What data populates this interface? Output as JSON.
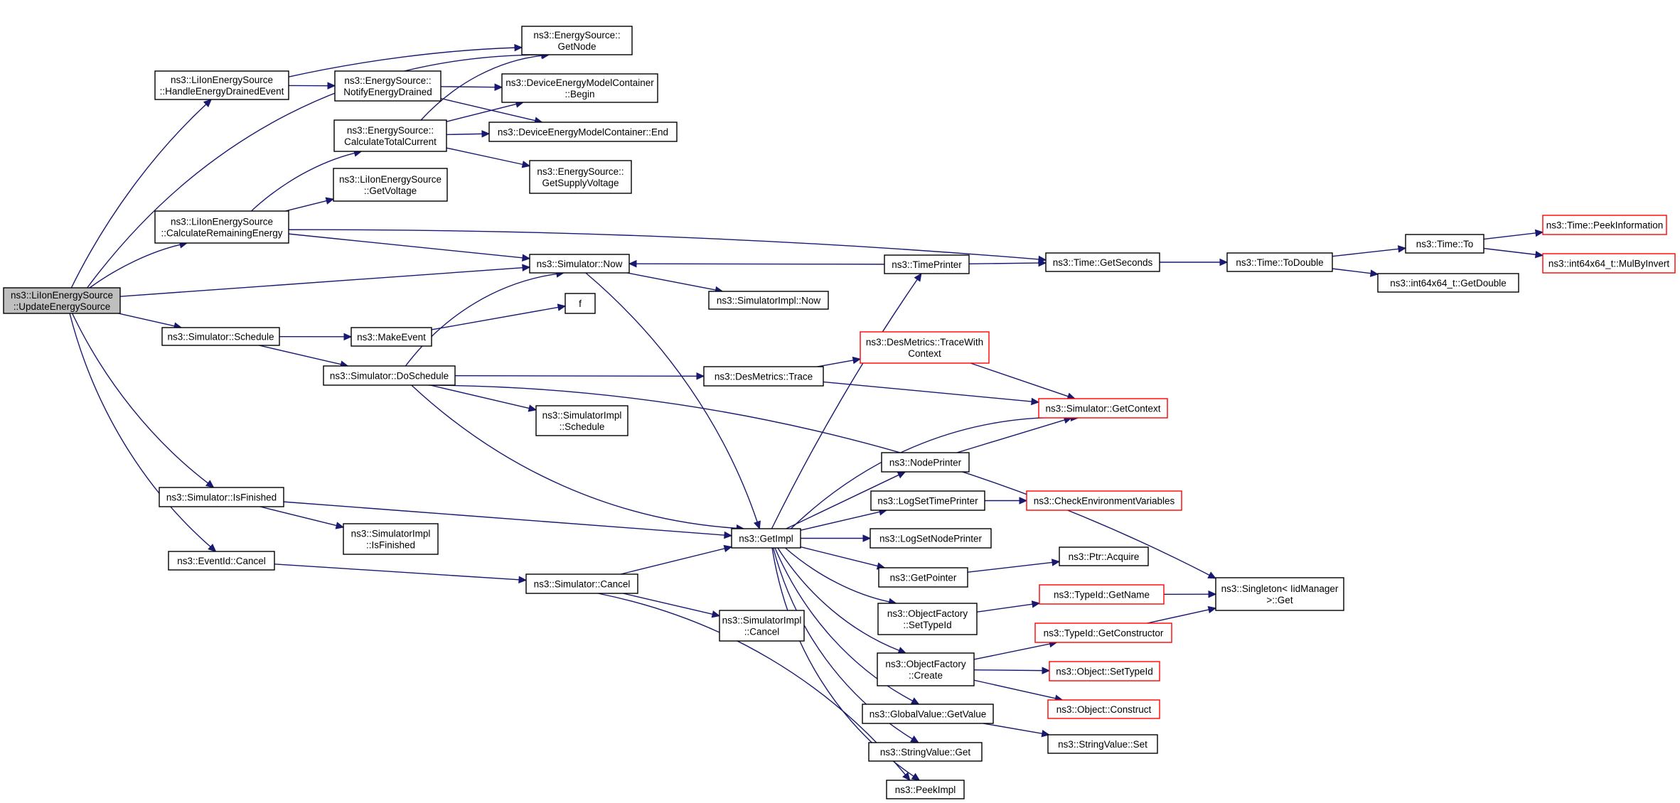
{
  "nodes": [
    {
      "id": "n0",
      "lines": [
        "ns3::LiIonEnergySource",
        "::UpdateEnergySource"
      ],
      "root": true
    },
    {
      "id": "n1",
      "lines": [
        "ns3::EnergySource::",
        "GetNode"
      ]
    },
    {
      "id": "n2",
      "lines": [
        "ns3::LiIonEnergySource",
        "::HandleEnergyDrainedEvent"
      ]
    },
    {
      "id": "n3",
      "lines": [
        "ns3::EnergySource::",
        "NotifyEnergyDrained"
      ]
    },
    {
      "id": "n4",
      "lines": [
        "ns3::DeviceEnergyModelContainer",
        "::Begin"
      ]
    },
    {
      "id": "n5",
      "lines": [
        "ns3::DeviceEnergyModelContainer::End"
      ]
    },
    {
      "id": "n6",
      "lines": [
        "ns3::EnergySource::",
        "CalculateTotalCurrent"
      ]
    },
    {
      "id": "n7",
      "lines": [
        "ns3::EnergySource::",
        "GetSupplyVoltage"
      ]
    },
    {
      "id": "n8",
      "lines": [
        "ns3::LiIonEnergySource",
        "::GetVoltage"
      ]
    },
    {
      "id": "n9",
      "lines": [
        "ns3::LiIonEnergySource",
        "::CalculateRemainingEnergy"
      ]
    },
    {
      "id": "n10",
      "lines": [
        "ns3::Simulator::Now"
      ]
    },
    {
      "id": "n11",
      "lines": [
        "ns3::TimePrinter"
      ]
    },
    {
      "id": "n12",
      "lines": [
        "ns3::Time::GetSeconds"
      ]
    },
    {
      "id": "n13",
      "lines": [
        "ns3::Time::ToDouble"
      ]
    },
    {
      "id": "n14",
      "lines": [
        "ns3::Time::To"
      ]
    },
    {
      "id": "n15",
      "lines": [
        "ns3::Time::PeekInformation"
      ],
      "truncated": true
    },
    {
      "id": "n16",
      "lines": [
        "ns3::int64x64_t::MulByInvert"
      ],
      "truncated": true
    },
    {
      "id": "n17",
      "lines": [
        "ns3::int64x64_t::GetDouble"
      ]
    },
    {
      "id": "n18",
      "lines": [
        "ns3::SimulatorImpl::Now"
      ]
    },
    {
      "id": "n19",
      "lines": [
        "f"
      ]
    },
    {
      "id": "n20",
      "lines": [
        "ns3::Simulator::Schedule"
      ]
    },
    {
      "id": "n21",
      "lines": [
        "ns3::MakeEvent"
      ]
    },
    {
      "id": "n22",
      "lines": [
        "ns3::Simulator::DoSchedule"
      ]
    },
    {
      "id": "n23",
      "lines": [
        "ns3::DesMetrics::Trace"
      ]
    },
    {
      "id": "n24",
      "lines": [
        "ns3::DesMetrics::TraceWith",
        "Context"
      ],
      "truncated": true
    },
    {
      "id": "n25",
      "lines": [
        "ns3::Simulator::GetContext"
      ],
      "truncated": true
    },
    {
      "id": "n26",
      "lines": [
        "ns3::SimulatorImpl",
        "::Schedule"
      ]
    },
    {
      "id": "n27",
      "lines": [
        "ns3::NodePrinter"
      ]
    },
    {
      "id": "n28",
      "lines": [
        "ns3::Simulator::IsFinished"
      ]
    },
    {
      "id": "n29",
      "lines": [
        "ns3::LogSetTimePrinter"
      ]
    },
    {
      "id": "n30",
      "lines": [
        "ns3::CheckEnvironmentVariables"
      ],
      "truncated": true
    },
    {
      "id": "n31",
      "lines": [
        "ns3::SimulatorImpl",
        "::IsFinished"
      ]
    },
    {
      "id": "n32",
      "lines": [
        "ns3::GetImpl"
      ]
    },
    {
      "id": "n33",
      "lines": [
        "ns3::LogSetNodePrinter"
      ]
    },
    {
      "id": "n34",
      "lines": [
        "ns3::EventId::Cancel"
      ]
    },
    {
      "id": "n35",
      "lines": [
        "ns3::Ptr::Acquire"
      ]
    },
    {
      "id": "n36",
      "lines": [
        "ns3::GetPointer"
      ]
    },
    {
      "id": "n37",
      "lines": [
        "ns3::Simulator::Cancel"
      ]
    },
    {
      "id": "n38",
      "lines": [
        "ns3::TypeId::GetName"
      ],
      "truncated": true
    },
    {
      "id": "n39",
      "lines": [
        "ns3::Singleton< IidManager",
        " >::Get"
      ]
    },
    {
      "id": "n40",
      "lines": [
        "ns3::ObjectFactory",
        "::SetTypeId"
      ]
    },
    {
      "id": "n41",
      "lines": [
        "ns3::SimulatorImpl",
        "::Cancel"
      ]
    },
    {
      "id": "n42",
      "lines": [
        "ns3::TypeId::GetConstructor"
      ],
      "truncated": true
    },
    {
      "id": "n43",
      "lines": [
        "ns3::ObjectFactory",
        "::Create"
      ]
    },
    {
      "id": "n44",
      "lines": [
        "ns3::Object::SetTypeId"
      ],
      "truncated": true
    },
    {
      "id": "n45",
      "lines": [
        "ns3::Object::Construct"
      ],
      "truncated": true
    },
    {
      "id": "n46",
      "lines": [
        "ns3::GlobalValue::GetValue"
      ]
    },
    {
      "id": "n47",
      "lines": [
        "ns3::StringValue::Set"
      ]
    },
    {
      "id": "n48",
      "lines": [
        "ns3::StringValue::Get"
      ]
    },
    {
      "id": "n49",
      "lines": [
        "ns3::PeekImpl"
      ]
    }
  ],
  "edges": [
    [
      "n0",
      "n1"
    ],
    [
      "n0",
      "n2"
    ],
    [
      "n0",
      "n9"
    ],
    [
      "n0",
      "n10"
    ],
    [
      "n0",
      "n20"
    ],
    [
      "n0",
      "n28"
    ],
    [
      "n0",
      "n34"
    ],
    [
      "n2",
      "n1"
    ],
    [
      "n2",
      "n3"
    ],
    [
      "n3",
      "n4"
    ],
    [
      "n3",
      "n5"
    ],
    [
      "n6",
      "n1"
    ],
    [
      "n6",
      "n4"
    ],
    [
      "n6",
      "n5"
    ],
    [
      "n6",
      "n7"
    ],
    [
      "n9",
      "n6"
    ],
    [
      "n9",
      "n8"
    ],
    [
      "n9",
      "n10"
    ],
    [
      "n9",
      "n12"
    ],
    [
      "n10",
      "n18"
    ],
    [
      "n10",
      "n32"
    ],
    [
      "n11",
      "n10"
    ],
    [
      "n11",
      "n12"
    ],
    [
      "n12",
      "n13"
    ],
    [
      "n13",
      "n14"
    ],
    [
      "n13",
      "n17"
    ],
    [
      "n14",
      "n15"
    ],
    [
      "n14",
      "n16"
    ],
    [
      "n20",
      "n21"
    ],
    [
      "n20",
      "n22"
    ],
    [
      "n21",
      "n19"
    ],
    [
      "n22",
      "n10"
    ],
    [
      "n22",
      "n39"
    ],
    [
      "n22",
      "n23"
    ],
    [
      "n22",
      "n26"
    ],
    [
      "n22",
      "n32"
    ],
    [
      "n23",
      "n24"
    ],
    [
      "n23",
      "n25"
    ],
    [
      "n24",
      "n25"
    ],
    [
      "n27",
      "n25"
    ],
    [
      "n28",
      "n31"
    ],
    [
      "n28",
      "n32"
    ],
    [
      "n29",
      "n30"
    ],
    [
      "n32",
      "n11"
    ],
    [
      "n32",
      "n25"
    ],
    [
      "n32",
      "n27"
    ],
    [
      "n32",
      "n29"
    ],
    [
      "n32",
      "n33"
    ],
    [
      "n32",
      "n36"
    ],
    [
      "n32",
      "n40"
    ],
    [
      "n32",
      "n43"
    ],
    [
      "n32",
      "n46"
    ],
    [
      "n32",
      "n48"
    ],
    [
      "n32",
      "n49"
    ],
    [
      "n34",
      "n37"
    ],
    [
      "n36",
      "n35"
    ],
    [
      "n37",
      "n32"
    ],
    [
      "n37",
      "n41"
    ],
    [
      "n37",
      "n49"
    ],
    [
      "n38",
      "n39"
    ],
    [
      "n40",
      "n38"
    ],
    [
      "n42",
      "n39"
    ],
    [
      "n43",
      "n42"
    ],
    [
      "n43",
      "n44"
    ],
    [
      "n43",
      "n45"
    ],
    [
      "n46",
      "n47"
    ]
  ]
}
